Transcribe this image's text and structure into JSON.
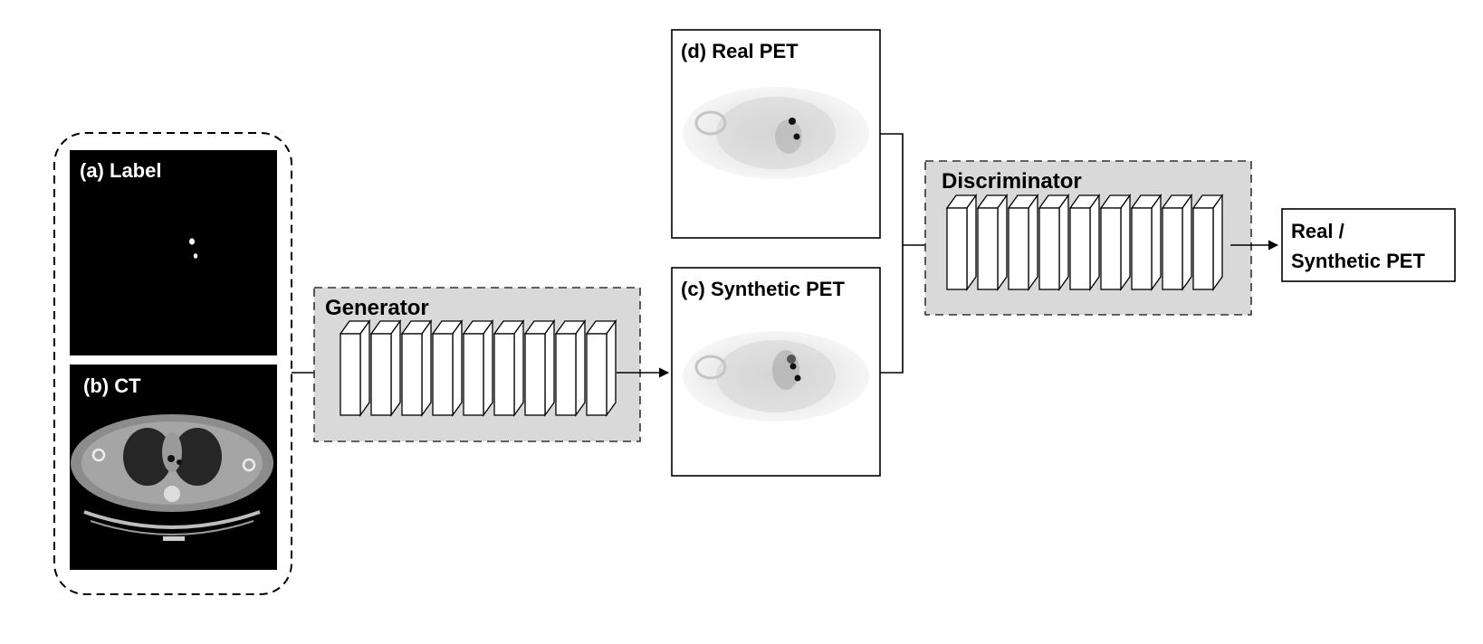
{
  "labels": {
    "label_panel": "(a) Label",
    "ct_panel": "(b) CT",
    "synthetic_pet_panel": "(c) Synthetic PET",
    "real_pet_panel": "(d) Real PET",
    "generator": "Generator",
    "discriminator": "Discriminator",
    "output_line1": "Real /",
    "output_line2": "Synthetic PET"
  },
  "layers": {
    "generator": 9,
    "discriminator": 9
  },
  "colors": {
    "block_fill": "#d9d9d9",
    "panel_black": "#000000",
    "stroke": "#000000",
    "pet_background": "#ffffff"
  }
}
